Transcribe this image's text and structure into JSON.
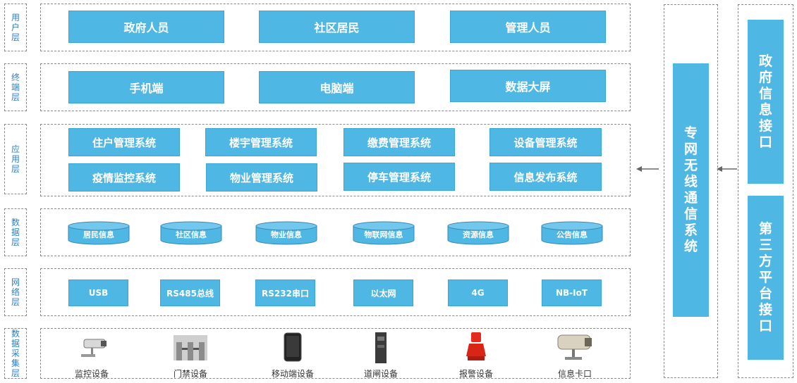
{
  "layers": [
    {
      "label": "用户层",
      "items": [
        "政府人员",
        "社区居民",
        "管理人员"
      ]
    },
    {
      "label": "终端层",
      "items": [
        "手机端",
        "电脑端",
        "数据大屏"
      ]
    },
    {
      "label": "应用层",
      "items": [
        "住户管理系统",
        "楼宇管理系统",
        "缴费管理系统",
        "设备管理系统",
        "疫情监控系统",
        "物业管理系统",
        "停车管理系统",
        "信息发布系统"
      ]
    },
    {
      "label": "数据层",
      "items": [
        "居民信息",
        "社区信息",
        "物业信息",
        "物联网信息",
        "资源信息",
        "公告信息"
      ]
    },
    {
      "label": "网络层",
      "items": [
        "USB",
        "RS485总线",
        "RS232串口",
        "以太网",
        "4G",
        "NB-IoT"
      ]
    },
    {
      "label": "数据采集层",
      "items": [
        "监控设备",
        "门禁设备",
        "移动端设备",
        "道闸设备",
        "报警设备",
        "信息卡口"
      ]
    }
  ],
  "middle": {
    "label": "专网无线通信系统"
  },
  "right": {
    "items": [
      "政府信息接口",
      "第三方平台接口"
    ]
  },
  "colors": {
    "box": "#4fb7e3",
    "label_text": "#2f7fc2",
    "border": "#8a8a8a"
  }
}
